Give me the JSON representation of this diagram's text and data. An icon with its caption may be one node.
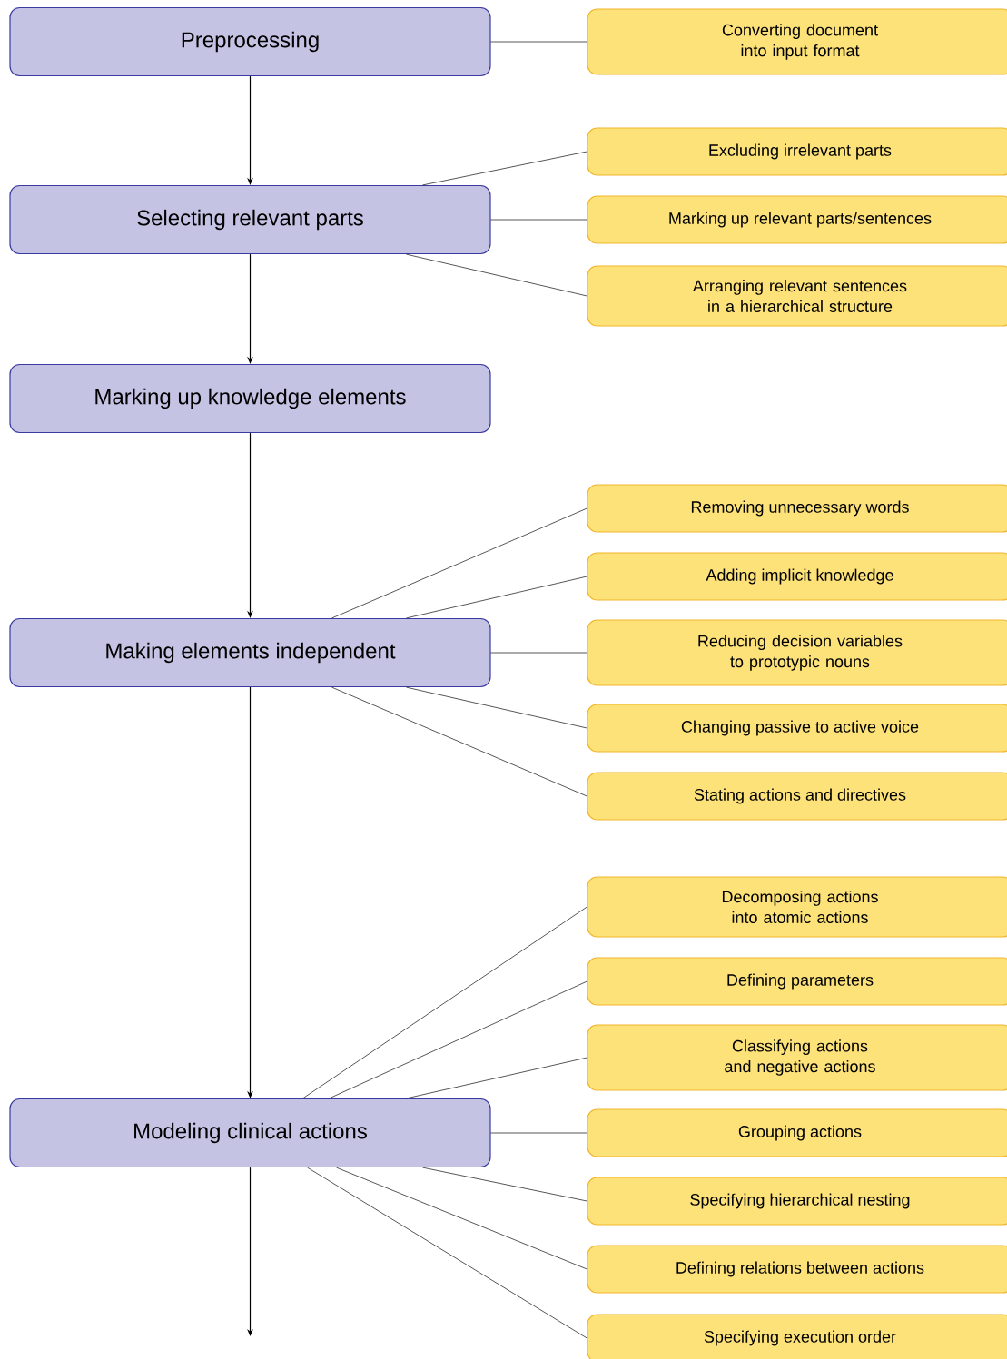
{
  "diagram": {
    "nodes": [
      {
        "text": [
          "Preprocessing"
        ]
      },
      {
        "text": [
          "Converting document into input format"
        ]
      },
      {
        "text": [
          "Excluding irrelevant parts"
        ]
      },
      {
        "text": [
          "Selecting relevant parts"
        ]
      },
      {
        "text": [
          "Marking up relevant parts/sentences"
        ]
      },
      {
        "text": [
          "Arranging relevant sentences in a hierarchical structure"
        ]
      },
      {
        "text": [
          "Marking up knowledge elements"
        ]
      },
      {
        "text": [
          "Removing unnecessary words"
        ]
      },
      {
        "text": [
          "Adding implicit knowledge"
        ]
      },
      {
        "text": [
          "Making elements independent"
        ]
      },
      {
        "text": [
          "Reducing decision variables to prototypic nouns"
        ]
      },
      {
        "text": [
          "Changing passive to active voice"
        ]
      },
      {
        "text": [
          "Stating actions and directives"
        ]
      },
      {
        "text": [
          "Decomposing actions into atomic actions"
        ]
      },
      {
        "text": [
          "Defining parameters"
        ]
      },
      {
        "text": [
          "Classifying actions and negative actions"
        ]
      },
      {
        "text": [
          "Modeling clinical actions"
        ]
      },
      {
        "text": [
          "Grouping actions"
        ]
      },
      {
        "text": [
          "Specifying hierarchical nesting"
        ]
      },
      {
        "text": [
          "Defining relations between actions"
        ]
      },
      {
        "text": [
          "Specifying execution order"
        ]
      }
    ],
    "edges": [
      {
        "from": 0,
        "to": 3,
        "arrow": "to"
      },
      {
        "from": 3,
        "to": 6,
        "arrow": "to"
      },
      {
        "from": 6,
        "to": 9,
        "arrow": "to"
      },
      {
        "from": 9,
        "to": 16,
        "arrow": "to"
      },
      {
        "from": 16,
        "to": null,
        "arrow": "to"
      },
      {
        "from": 0,
        "to": 1,
        "arrow": "none"
      },
      {
        "from": 3,
        "to": 2,
        "arrow": "none"
      },
      {
        "from": 3,
        "to": 4,
        "arrow": "none"
      },
      {
        "from": 3,
        "to": 5,
        "arrow": "none"
      },
      {
        "from": 9,
        "to": 7,
        "arrow": "none"
      },
      {
        "from": 9,
        "to": 8,
        "arrow": "none"
      },
      {
        "from": 9,
        "to": 10,
        "arrow": "none"
      },
      {
        "from": 9,
        "to": 11,
        "arrow": "none"
      },
      {
        "from": 9,
        "to": 12,
        "arrow": "none"
      },
      {
        "from": 16,
        "to": 13,
        "arrow": "none"
      },
      {
        "from": 16,
        "to": 14,
        "arrow": "none"
      },
      {
        "from": 16,
        "to": 15,
        "arrow": "none"
      },
      {
        "from": 16,
        "to": 17,
        "arrow": "none"
      },
      {
        "from": 16,
        "to": 18,
        "arrow": "none"
      },
      {
        "from": 16,
        "to": 19,
        "arrow": "none"
      },
      {
        "from": 16,
        "to": 20,
        "arrow": "none"
      }
    ]
  }
}
